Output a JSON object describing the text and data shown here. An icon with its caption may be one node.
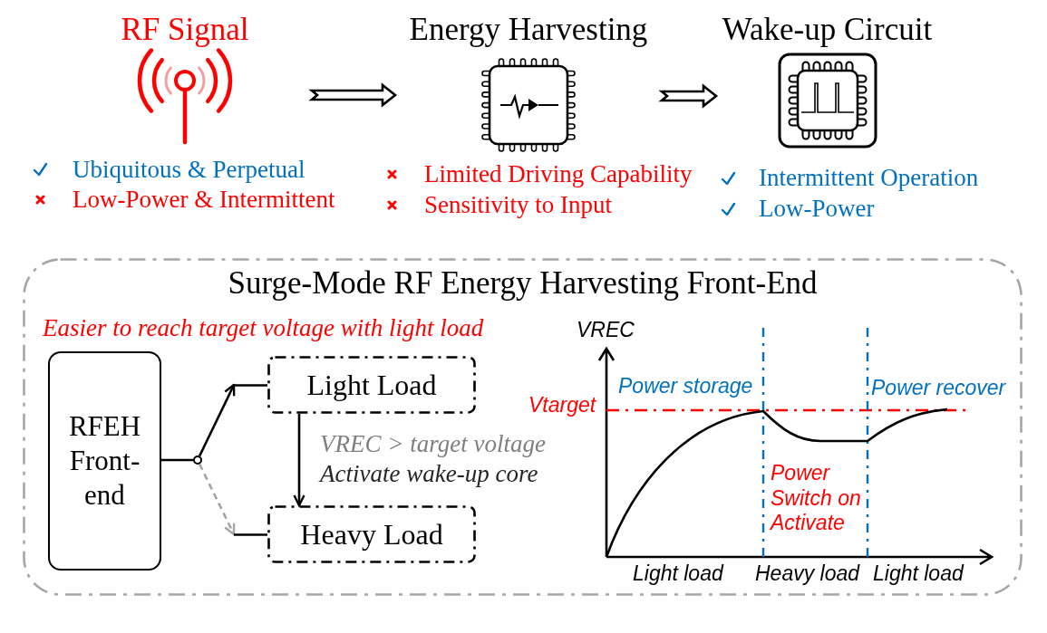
{
  "diagram": {
    "nodes": [
      {
        "text": [
          "RF Signal"
        ],
        "beside": [
          "Ubiquitous & Perpetual",
          "Low-Power & Intermittent"
        ]
      },
      {
        "text": [
          "Energy Harvesting"
        ],
        "beside": [
          "Limited Driving Capability",
          "Sensitivity to Input"
        ]
      },
      {
        "text": [
          "Wake-up Circuit"
        ],
        "beside": [
          "Intermittent Operation",
          "Low-Power"
        ]
      },
      {
        "text": [
          "Surge-Mode RF Energy Harvesting Front-End"
        ]
      },
      {
        "text": [
          "RFEH Front- end"
        ],
        "in": 3
      },
      {
        "text": [],
        "shape": "circle",
        "in": 3
      },
      {
        "text": [
          "Light Load"
        ],
        "in": 3
      },
      {
        "text": [
          "Heavy Load"
        ],
        "in": 3
      }
    ],
    "edges": [
      {
        "from": 0,
        "to": 1,
        "arrow": "to",
        "style": "thick"
      },
      {
        "from": 1,
        "to": 2,
        "arrow": "to",
        "style": "thick"
      },
      {
        "from": 4,
        "to": 5,
        "arrow": "none"
      },
      {
        "from": 5,
        "to": 6,
        "arrow": "to"
      },
      {
        "from": 5,
        "to": 7,
        "arrow": "to",
        "style": "dashed",
        "color": "#a5a5a5"
      },
      {
        "from": 6,
        "to": 7,
        "arrow": "to"
      }
    ],
    "labels": [
      "Easier to reach target voltage with light load",
      "VREC",
      "Power storage",
      "Power recover",
      "Vtarget",
      "VREC > target voltage",
      "Activate wake-up core",
      "Power Switch on Activate",
      "Light load",
      "Heavy load",
      "Light load"
    ]
  }
}
